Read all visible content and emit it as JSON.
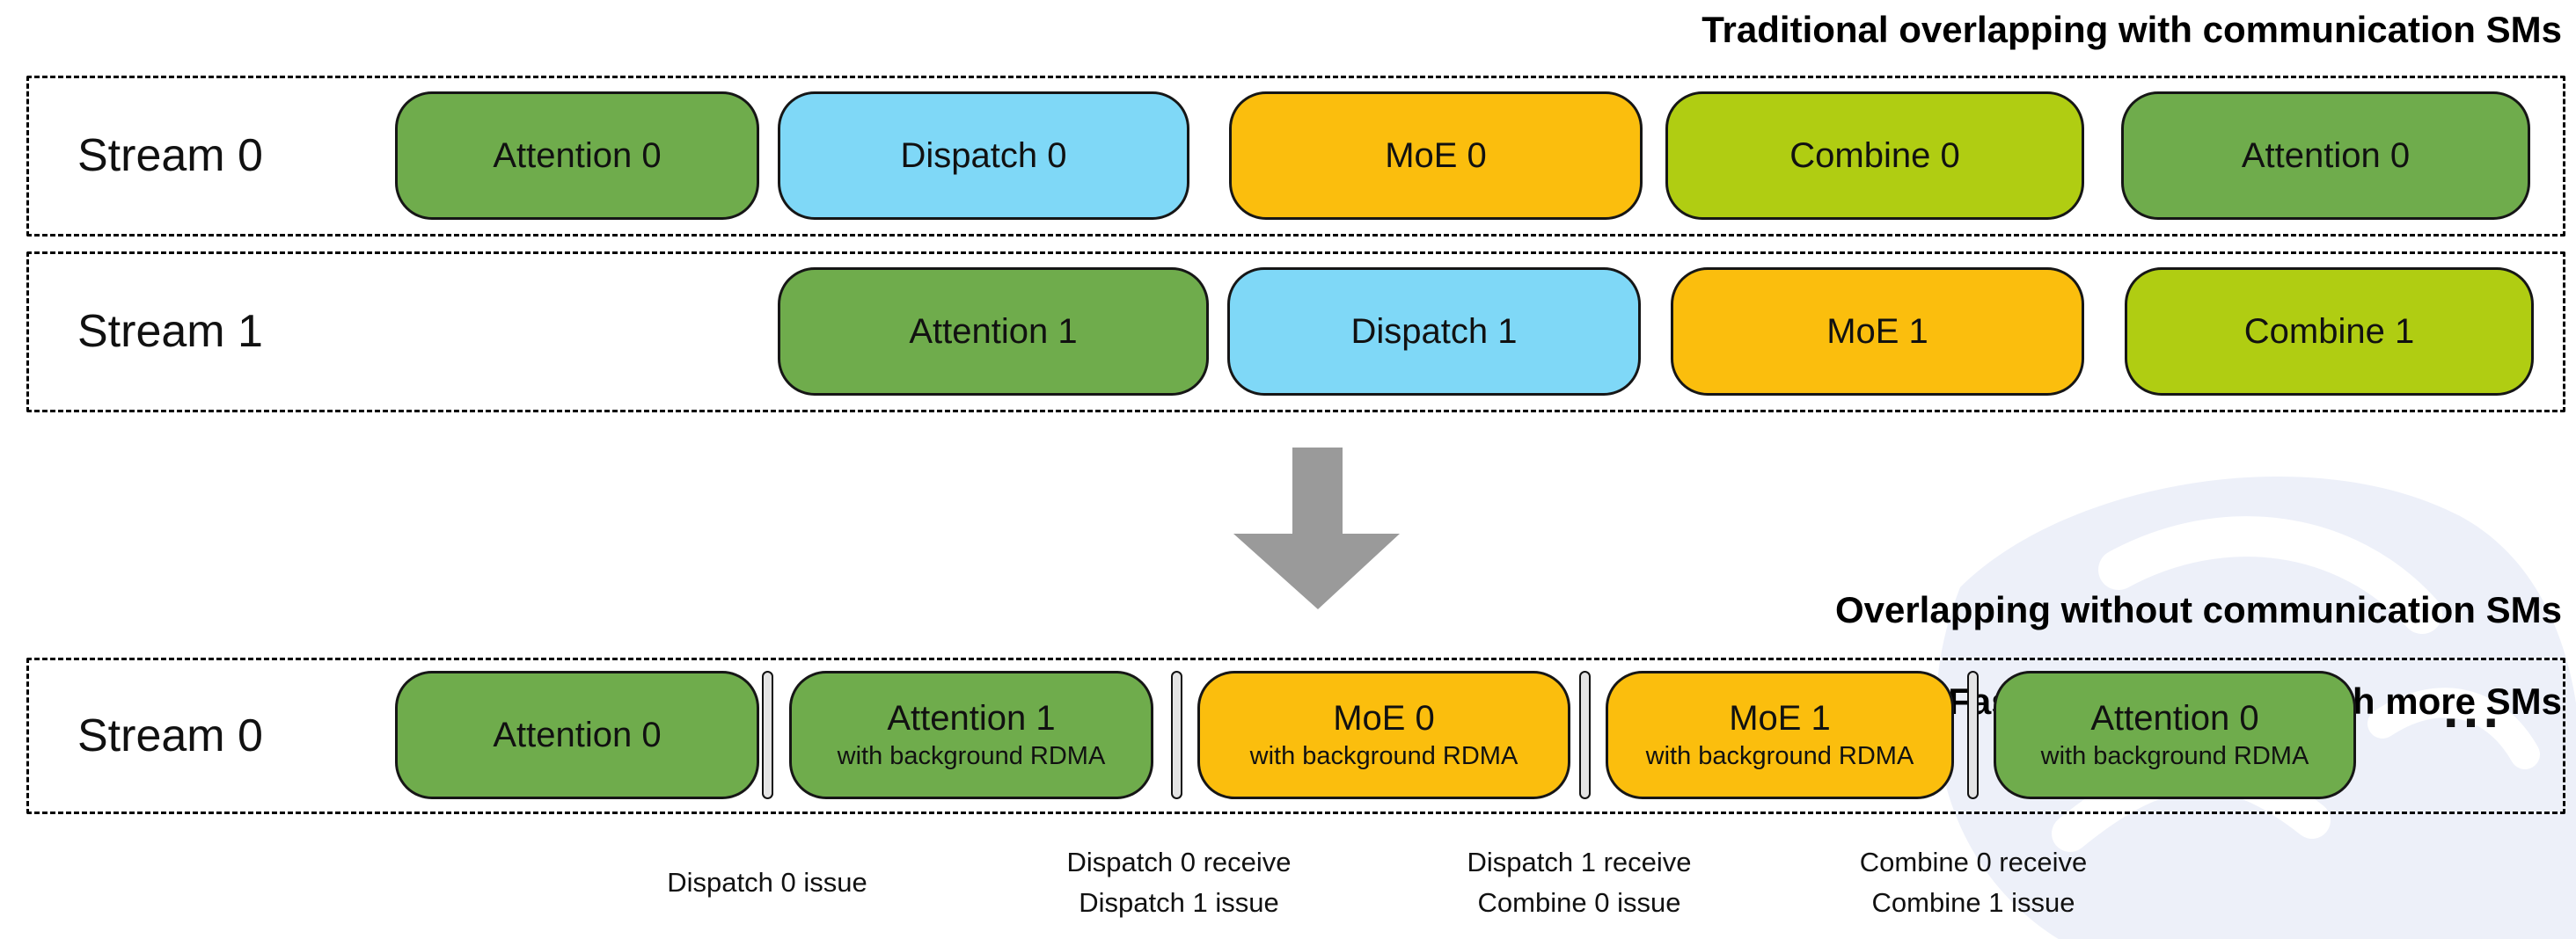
{
  "titles": {
    "top": "Traditional overlapping with communication SMs",
    "bottom_line1": "Overlapping without communication SMs",
    "bottom_line2": "→ Faster computation with more SMs"
  },
  "colors": {
    "green": "#6FAC4C",
    "blue": "#7FD8F7",
    "orange": "#FBBE0D",
    "lime": "#B0CD12",
    "arrow_gray": "#9A9A9A",
    "separator_fill": "#E4E4E4",
    "watermark_tint": "#EDF0F9"
  },
  "streams": {
    "row1": {
      "label": "Stream 0",
      "blocks": [
        {
          "label": "Attention 0",
          "color": "green"
        },
        {
          "label": "Dispatch 0",
          "color": "blue"
        },
        {
          "label": "MoE 0",
          "color": "orange"
        },
        {
          "label": "Combine 0",
          "color": "lime"
        },
        {
          "label": "Attention 0",
          "color": "green"
        }
      ]
    },
    "row2": {
      "label": "Stream 1",
      "blocks": [
        {
          "label": "Attention 1",
          "color": "green"
        },
        {
          "label": "Dispatch 1",
          "color": "blue"
        },
        {
          "label": "MoE 1",
          "color": "orange"
        },
        {
          "label": "Combine 1",
          "color": "lime"
        }
      ]
    },
    "row3": {
      "label": "Stream 0",
      "blocks": [
        {
          "label": "Attention 0",
          "sublabel": "",
          "color": "green"
        },
        {
          "label": "Attention 1",
          "sublabel": "with background RDMA",
          "color": "green"
        },
        {
          "label": "MoE 0",
          "sublabel": "with background RDMA",
          "color": "orange"
        },
        {
          "label": "MoE 1",
          "sublabel": "with background RDMA",
          "color": "orange"
        },
        {
          "label": "Attention 0",
          "sublabel": "with background RDMA",
          "color": "green"
        }
      ],
      "ellipsis": "..."
    }
  },
  "annotations": [
    {
      "line1": "Dispatch 0 issue",
      "line2": ""
    },
    {
      "line1": "Dispatch 0 receive",
      "line2": "Dispatch 1 issue"
    },
    {
      "line1": "Dispatch 1 receive",
      "line2": "Combine 0 issue"
    },
    {
      "line1": "Combine 0 receive",
      "line2": "Combine 1 issue"
    }
  ]
}
